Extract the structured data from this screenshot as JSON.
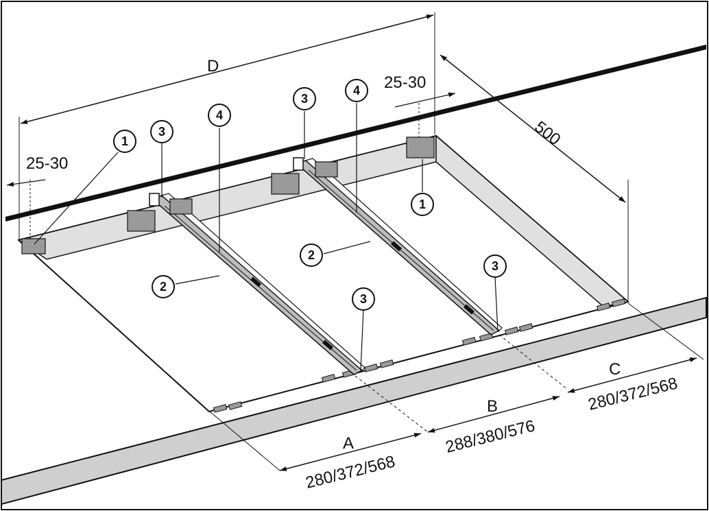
{
  "colors": {
    "ink": "#111111",
    "rim_fill": "#e0e0e0",
    "worktop_band": "#cfcfcf",
    "rail_fill": "#bdbdbd",
    "bracket_fill": "#9a9a9a",
    "background": "#ffffff"
  },
  "dimensions": {
    "overall_width": "D",
    "depth": "500",
    "edge_gap_left": "25-30",
    "edge_gap_right": "25-30",
    "section_a_letter": "A",
    "section_a_value": "280/372/568",
    "section_b_letter": "B",
    "section_b_value": "288/380/576",
    "section_c_letter": "C",
    "section_c_value": "280/372/568"
  },
  "callouts": {
    "bracket_left": "1",
    "bracket_right": "1",
    "rail_left": "2",
    "rail_right": "2",
    "clip_left_top": "3",
    "clip_right_top": "3",
    "clip_left_bottom": "3",
    "clip_right_bottom": "3",
    "strip_left": "4",
    "strip_right": "4"
  }
}
